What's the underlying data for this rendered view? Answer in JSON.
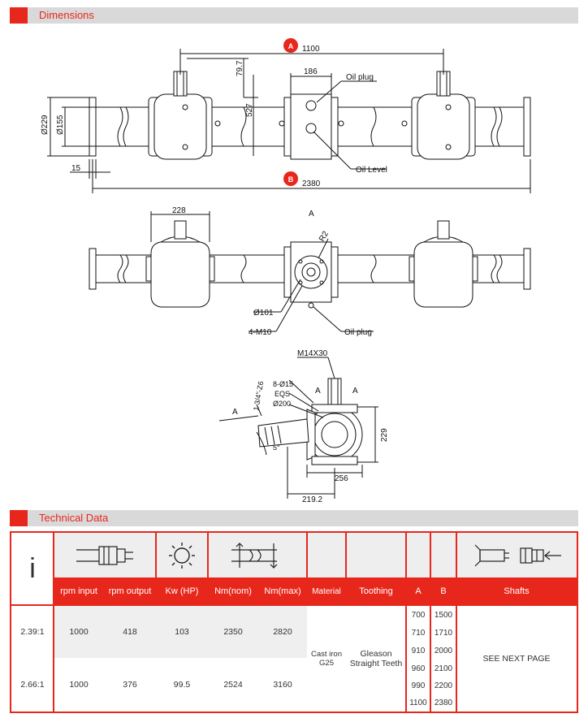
{
  "sections": {
    "dimensions": "Dimensions",
    "technical_data": "Technical Data"
  },
  "drawing": {
    "labels": {
      "A_marker": "A",
      "B_marker": "B",
      "dim_a": "1100",
      "dim_b": "2380",
      "dim_186": "186",
      "dim_797": "79.7",
      "dim_527": "527",
      "dim_229": "Ø229",
      "dim_155": "Ø155",
      "dim_15": "15",
      "oil_plug": "Oil plug",
      "oil_level": "Oil Level",
      "dim_228": "228",
      "view_a": "A",
      "r2": "R2",
      "dim_101": "Ø101",
      "m10": "4-M10",
      "oil_plug2": "Oil plug",
      "m14": "M14X30",
      "holes": "8-Ø15",
      "eqs": "EQS",
      "d200": "Ø200",
      "a_left": "A",
      "a_mid": "A",
      "a_right": "A",
      "thread": "1 3/4\"-Z6",
      "deg5": "5°",
      "dim_229b": "229",
      "dim_256": "256",
      "dim_2192": "219.2"
    }
  },
  "table": {
    "ratio_header": "i",
    "colors": {
      "accent": "#e8271c",
      "band": "#efefef"
    },
    "icons": [
      "gearbox-side-icon",
      "sun-icon",
      "torque-shaft-icon",
      "shafts-icon"
    ],
    "headers": {
      "rpm_input": "rpm input",
      "rpm_output": "rpm output",
      "kw_hp": "Kw (HP)",
      "nm_nom": "Nm(nom)",
      "nm_max": "Nm(max)",
      "material": "Material",
      "toothing": "Toothing",
      "a": "A",
      "b": "B",
      "shafts": "Shafts"
    },
    "rows": [
      {
        "ratio": "2.39:1",
        "rpm_input": "1000",
        "rpm_output": "418",
        "kw": "103",
        "nm_nom": "2350",
        "nm_max": "2820"
      },
      {
        "ratio": "2.66:1",
        "rpm_input": "1000",
        "rpm_output": "376",
        "kw": "99.5",
        "nm_nom": "2524",
        "nm_max": "3160"
      }
    ],
    "material": {
      "line1": "Cast iron",
      "line2": "G25"
    },
    "toothing": {
      "line1": "Gleason",
      "line2": "Straight Teeth"
    },
    "ab_pairs": [
      {
        "a": "700",
        "b": "1500"
      },
      {
        "a": "710",
        "b": "1710"
      },
      {
        "a": "910",
        "b": "2000"
      },
      {
        "a": "960",
        "b": "2100"
      },
      {
        "a": "990",
        "b": "2200"
      },
      {
        "a": "1100",
        "b": "2380"
      }
    ],
    "shafts_note": "SEE NEXT PAGE"
  }
}
